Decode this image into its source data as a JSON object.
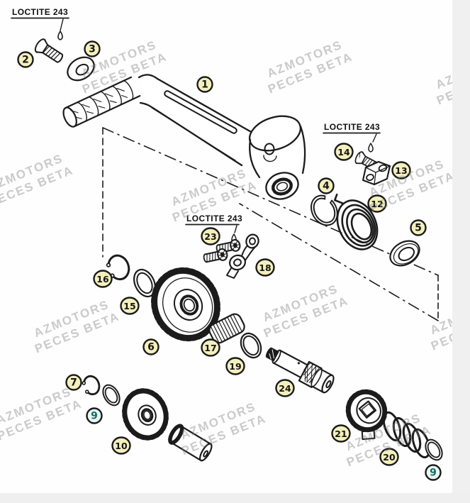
{
  "watermark": {
    "line1": "AZMOTORS",
    "line2": "PECES BETA"
  },
  "loctite_labels": [
    {
      "text": "LOCTITE 243"
    },
    {
      "text": "LOCTITE 243"
    },
    {
      "text": "LOCTITE 243"
    }
  ],
  "callouts": [
    {
      "number": "1"
    },
    {
      "number": "2"
    },
    {
      "number": "3"
    },
    {
      "number": "4"
    },
    {
      "number": "5"
    },
    {
      "number": "6"
    },
    {
      "number": "7"
    },
    {
      "number": "9"
    },
    {
      "number": "9"
    },
    {
      "number": "10"
    },
    {
      "number": "12"
    },
    {
      "number": "13"
    },
    {
      "number": "14"
    },
    {
      "number": "15"
    },
    {
      "number": "16"
    },
    {
      "number": "17"
    },
    {
      "number": "18"
    },
    {
      "number": "19"
    },
    {
      "number": "20"
    },
    {
      "number": "21"
    },
    {
      "number": "23"
    },
    {
      "number": "24"
    }
  ],
  "colors": {
    "line": "#1b1b1b",
    "badge_fill_yellow": "#f4f0bd",
    "badge_fill_teal": "#eaf6f2",
    "badge_digit": "#161616",
    "badge_digit_teal": "#0e6e66",
    "watermark_gray": "#7d7d7d",
    "background": "#fefefe",
    "margin_gray": "#f0f0f0"
  }
}
